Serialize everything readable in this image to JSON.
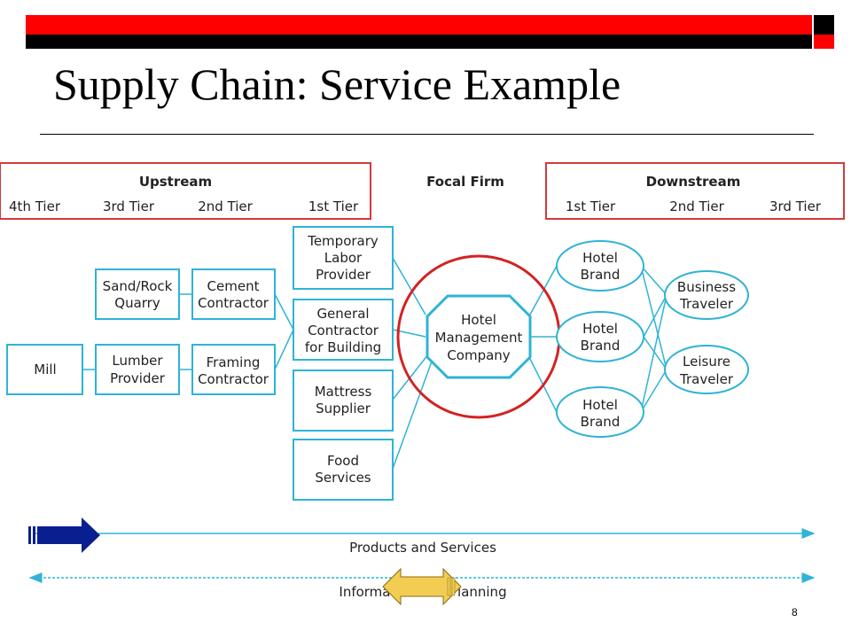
{
  "slide": {
    "title": "Supply Chain: Service Example",
    "page_number": "8"
  },
  "header": {
    "upstream": {
      "label": "Upstream",
      "tiers": [
        "4th Tier",
        "3rd Tier",
        "2nd Tier",
        "1st Tier"
      ]
    },
    "focal": "Focal Firm",
    "downstream": {
      "label": "Downstream",
      "tiers": [
        "1st Tier",
        "2nd Tier",
        "3rd Tier"
      ]
    }
  },
  "nodes": {
    "mill": [
      "Mill"
    ],
    "sand_rock_quarry": [
      "Sand/Rock",
      "Quarry"
    ],
    "lumber_provider": [
      "Lumber",
      "Provider"
    ],
    "cement_contractor": [
      "Cement",
      "Contractor"
    ],
    "framing_contractor": [
      "Framing",
      "Contractor"
    ],
    "temporary_labor": [
      "Temporary",
      "Labor",
      "Provider"
    ],
    "general_contractor": [
      "General",
      "Contractor",
      "for Building"
    ],
    "mattress_supplier": [
      "Mattress",
      "Supplier"
    ],
    "food_services": [
      "Food",
      "Services"
    ],
    "hotel_management": [
      "Hotel",
      "Management",
      "Company"
    ],
    "hotel_brand_1": [
      "Hotel",
      "Brand"
    ],
    "hotel_brand_2": [
      "Hotel",
      "Brand"
    ],
    "hotel_brand_3": [
      "Hotel",
      "Brand"
    ],
    "business_traveler": [
      "Business",
      "Traveler"
    ],
    "leisure_traveler": [
      "Leisure",
      "Traveler"
    ]
  },
  "flows": {
    "products": "Products and Services",
    "information": "Information and Planning"
  },
  "colors": {
    "red": "#ff0000",
    "line": "#2fb3d6",
    "focal_circle": "#d42222",
    "header_box": "#d33a3a",
    "blue_arrow": "#0a1f8f",
    "gold_arrow": "#f2cd52"
  }
}
